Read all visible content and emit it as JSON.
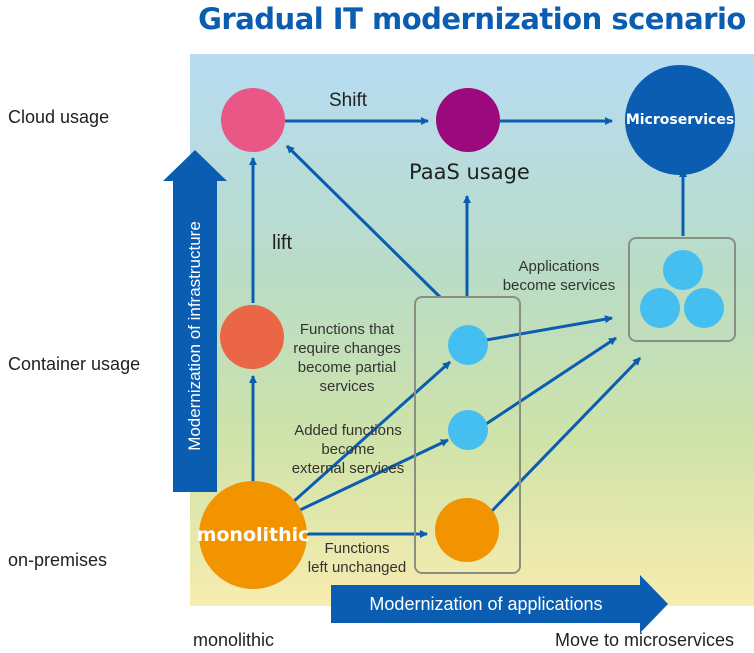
{
  "title": "Gradual IT modernization scenario",
  "row_labels": {
    "cloud": "Cloud usage",
    "container": "Container usage",
    "onprem": "on-premises"
  },
  "bottom_labels": {
    "left": "monolithic",
    "right": "Move to microservices"
  },
  "axes": {
    "applications": "Modernization of applications",
    "infrastructure": "Modernization of infrastructure"
  },
  "nodes": {
    "monolithic": "monolithic",
    "microservices": "Microservices"
  },
  "edge_labels": {
    "shift": "Shift",
    "paas": "PaaS usage",
    "lift": "lift",
    "apps_services": [
      "Applications",
      "become services"
    ],
    "partial": [
      "Functions that",
      "require changes",
      "become partial",
      "services"
    ],
    "added": [
      "Added functions",
      "become",
      "external services"
    ],
    "unchanged": [
      "Functions",
      "left unchanged"
    ]
  },
  "colors": {
    "primary_blue": "#0a5db0",
    "pink": "#e85785",
    "purple": "#9a0a7c",
    "red_orange": "#eb6547",
    "orange": "#f29300",
    "light_blue": "#45bff0"
  }
}
